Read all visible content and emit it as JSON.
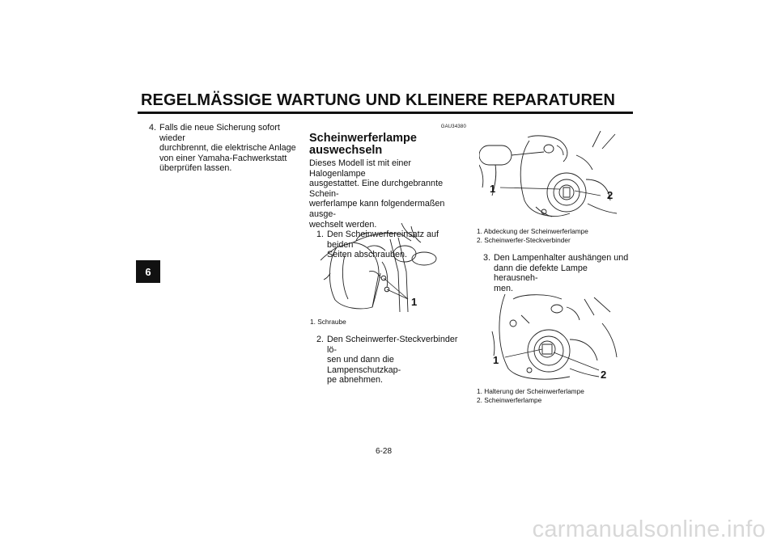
{
  "header": {
    "title": "REGELMÄSSIGE WARTUNG UND KLEINERE REPARATUREN"
  },
  "chapter_tab": "6",
  "left_col": {
    "step4": {
      "num": "4.",
      "lines": [
        "Falls die neue Sicherung sofort wieder",
        "durchbrennt, die elektrische Anlage",
        "von einer Yamaha-Fachwerkstatt",
        "überprüfen lassen."
      ]
    }
  },
  "mid_col": {
    "code": "GAU34380",
    "title_lines": [
      "Scheinwerferlampe",
      "auswechseln"
    ],
    "intro_lines": [
      "Dieses Modell ist mit einer Halogenlampe",
      "ausgestattet. Eine durchgebrannte Schein-",
      "werferlampe kann folgendermaßen ausge-",
      "wechselt werden."
    ],
    "step1": {
      "num": "1.",
      "lines": [
        "Den Scheinwerfereinsatz auf beiden",
        "Seiten abschrauben."
      ]
    },
    "fig1": {
      "callout": "1",
      "captions": [
        "1. Schraube"
      ]
    },
    "step2": {
      "num": "2.",
      "lines": [
        "Den Scheinwerfer-Steckverbinder lö-",
        "sen und dann die Lampenschutzkap-",
        "pe abnehmen."
      ]
    }
  },
  "right_col": {
    "fig2": {
      "callout1": "1",
      "callout2": "2",
      "captions": [
        "1. Abdeckung der Scheinwerferlampe",
        "2. Scheinwerfer-Steckverbinder"
      ]
    },
    "step3": {
      "num": "3.",
      "lines": [
        "Den Lampenhalter aushängen und",
        "dann die defekte Lampe herausneh-",
        "men."
      ]
    },
    "fig3": {
      "callout1": "1",
      "callout2": "2",
      "captions": [
        "1. Halterung der Scheinwerferlampe",
        "2. Scheinwerferlampe"
      ]
    }
  },
  "footer": {
    "page_number": "6-28"
  },
  "watermark": "carmanualsonline.info"
}
